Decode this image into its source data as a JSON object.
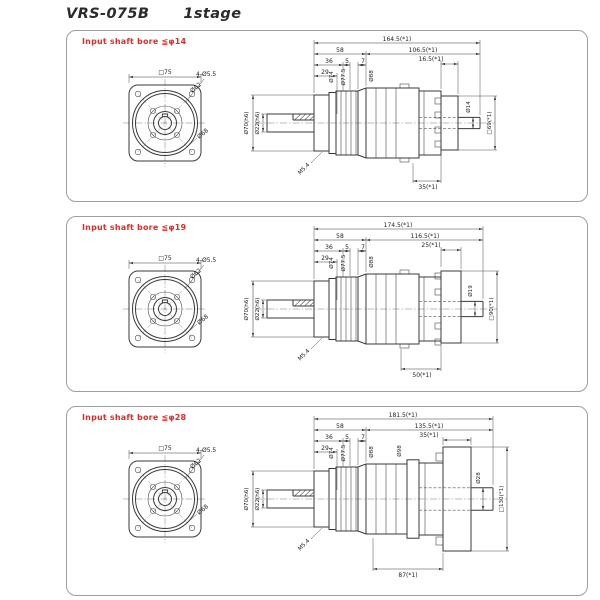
{
  "page": {
    "title_model": "VRS-075B",
    "title_stage": "1stage"
  },
  "colors": {
    "note_red": "#d7312e",
    "line": "#3a3a3a",
    "panel_border": "#9e9e9e"
  },
  "panels": [
    {
      "note": "Input shaft bore ≦φ14",
      "front": {
        "square": "□75",
        "corner_holes": "4-Ø5.5",
        "dia_62": "Ø62",
        "dia_68": "Ø68"
      },
      "side": {
        "total_len": "164.5(*1)",
        "gear_len": "58",
        "motor_side_len": "106.5(*1)",
        "len_36": "36",
        "len_5": "5",
        "len_7": "7",
        "len_29": "29",
        "flange_thk": "16.5(*1)",
        "dia_74": "Ø74",
        "dia_77_5": "Ø77.5",
        "dia_88": "Ø88",
        "pilot_dia": "Ø70(h6)",
        "shaft_dia": "Ø22(h6)",
        "tap": "M5.4",
        "motor_shaft_dia": "Ø14",
        "motor_flange": "□69(*1)",
        "adapter_len": "35(*1)"
      }
    },
    {
      "note": "Input shaft bore ≦φ19",
      "front": {
        "square": "□75",
        "corner_holes": "4-Ø5.5",
        "dia_62": "Ø62",
        "dia_68": "Ø68"
      },
      "side": {
        "total_len": "174.5(*1)",
        "gear_len": "58",
        "motor_side_len": "116.5(*1)",
        "len_36": "36",
        "len_5": "5",
        "len_7": "7",
        "len_29": "29",
        "flange_thk": "25(*1)",
        "dia_74": "Ø74",
        "dia_77_5": "Ø77.5",
        "dia_88": "Ø88",
        "pilot_dia": "Ø70(h6)",
        "shaft_dia": "Ø22(h6)",
        "tap": "M5.4",
        "motor_shaft_dia": "Ø19",
        "motor_flange": "□90(*1)",
        "adapter_len": "50(*1)"
      }
    },
    {
      "note": "Input shaft bore ≦φ28",
      "front": {
        "square": "□75",
        "corner_holes": "4-Ø5.5",
        "dia_62": "Ø62",
        "dia_68": "Ø68"
      },
      "side": {
        "total_len": "181.5(*1)",
        "gear_len": "58",
        "motor_side_len": "135.5(*1)",
        "len_36": "36",
        "len_5": "5",
        "len_7": "7",
        "len_29": "29",
        "flange_thk": "35(*1)",
        "dia_74": "Ø74",
        "dia_77_5": "Ø77.5",
        "dia_88": "Ø88",
        "dia_98": "Ø98",
        "pilot_dia": "Ø70(h6)",
        "shaft_dia": "Ø22(h6)",
        "tap": "M5.4",
        "motor_shaft_dia": "Ø28",
        "motor_flange": "□130(*1)",
        "adapter_len": "87(*1)"
      }
    }
  ]
}
